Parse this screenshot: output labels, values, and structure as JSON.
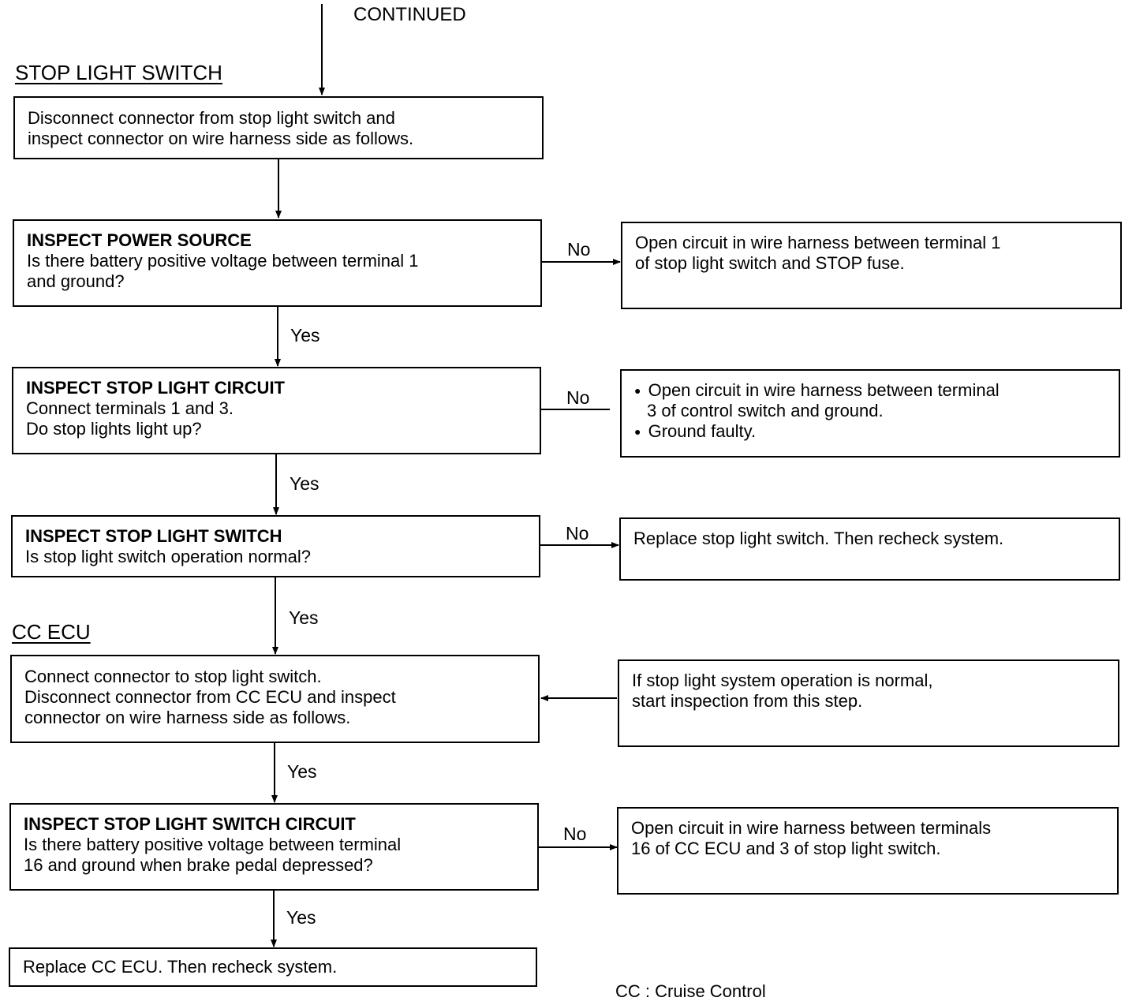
{
  "header": {
    "continued": "CONTINUED"
  },
  "sections": {
    "stop_light_switch": "STOP LIGHT SWITCH",
    "cc_ecu": "CC ECU"
  },
  "steps": {
    "disconnect_switch": [
      "Disconnect connector from stop light switch and",
      "inspect connector on wire harness side as follows."
    ],
    "power_source": {
      "title": "INSPECT POWER SOURCE",
      "lines": [
        "Is there battery positive voltage between terminal 1",
        "and ground?"
      ]
    },
    "stop_light_circuit": {
      "title": "INSPECT STOP LIGHT CIRCUIT",
      "lines": [
        "Connect terminals 1 and 3.",
        "Do stop lights light up?"
      ]
    },
    "stop_light_switch": {
      "title": "INSPECT STOP LIGHT SWITCH",
      "lines": [
        "Is stop light switch operation normal?"
      ]
    },
    "connect_ecu": [
      "Connect connector to stop light switch.",
      "Disconnect connector from CC ECU and inspect",
      "connector on wire harness side as follows."
    ],
    "switch_circuit": {
      "title": "INSPECT STOP LIGHT SWITCH CIRCUIT",
      "lines": [
        "Is there battery positive voltage between terminal",
        "16 and ground when brake pedal depressed?"
      ]
    },
    "replace_ecu": "Replace CC ECU. Then recheck system."
  },
  "results": {
    "open_fuse": [
      "Open circuit in wire harness between terminal 1",
      "of stop light switch and STOP fuse."
    ],
    "open_ground": {
      "bullet1": [
        "Open circuit in wire harness between terminal",
        "3 of control switch and ground."
      ],
      "bullet2": "Ground faulty."
    },
    "replace_switch": "Replace stop light switch. Then recheck system.",
    "start_here": [
      "If stop light system operation is normal,",
      "start inspection from this step."
    ],
    "open_ecu": [
      "Open circuit in wire harness between terminals",
      "16 of CC ECU and 3 of stop light switch."
    ]
  },
  "labels": {
    "yes": "Yes",
    "no": "No"
  },
  "footnote": "CC : Cruise Control"
}
